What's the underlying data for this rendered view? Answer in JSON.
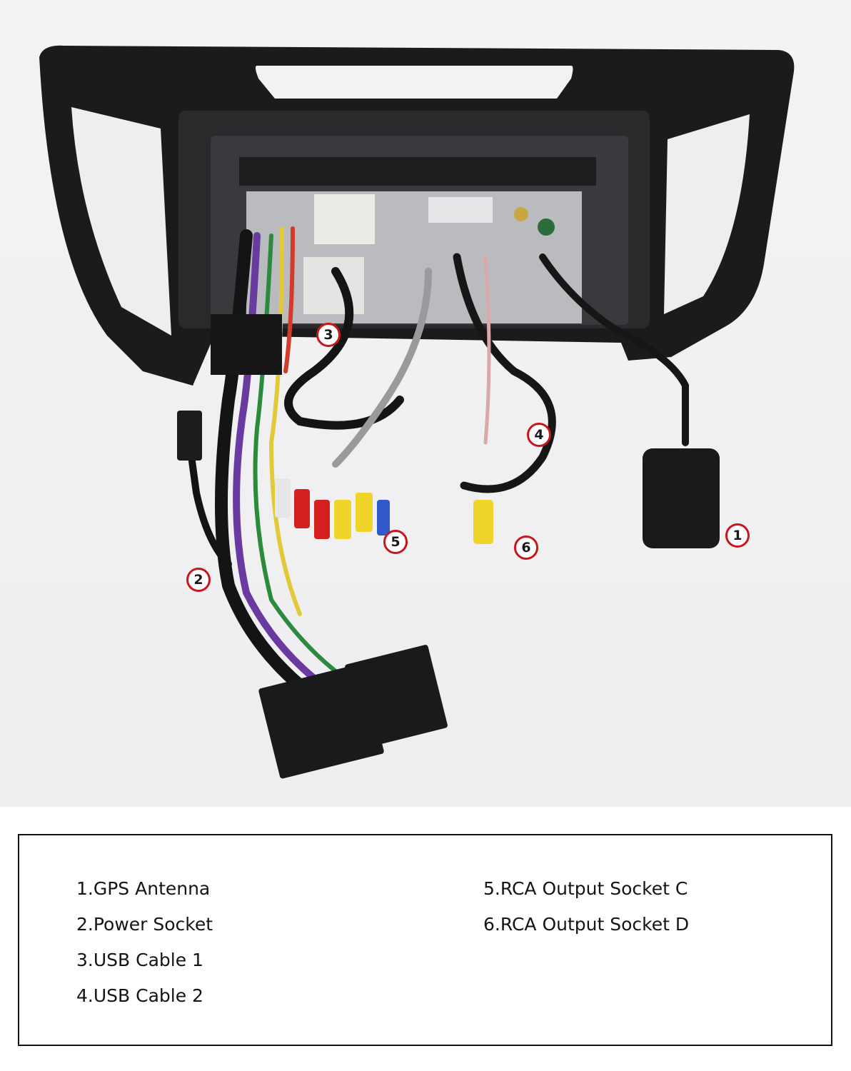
{
  "markers": [
    "1",
    "2",
    "3",
    "4",
    "5",
    "6"
  ],
  "legend": {
    "items": [
      "1.GPS Antenna",
      "2.Power Socket",
      "3.USB Cable 1",
      "4.USB Cable 2",
      "5.RCA Output Socket C",
      "6.RCA Output Socket D"
    ]
  },
  "colors": {
    "marker_ring": "#c9161b",
    "frame": "#1a1a1c",
    "border": "#111111"
  }
}
